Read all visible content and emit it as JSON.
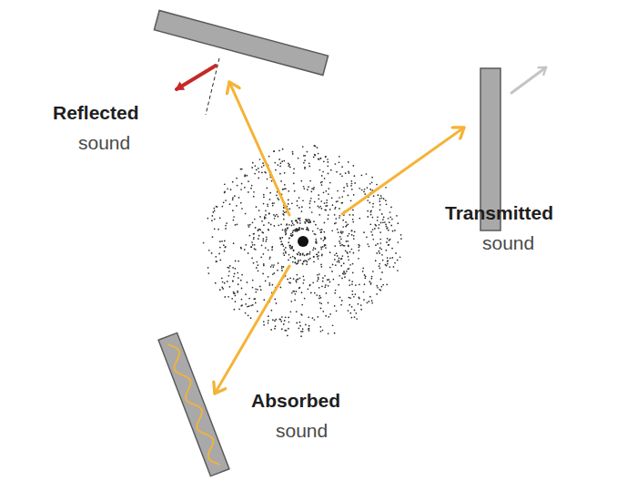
{
  "diagram": {
    "labels": [
      "Reflected",
      "sound",
      "Transmitted",
      "sound",
      "Absorbed",
      "sound"
    ]
  }
}
